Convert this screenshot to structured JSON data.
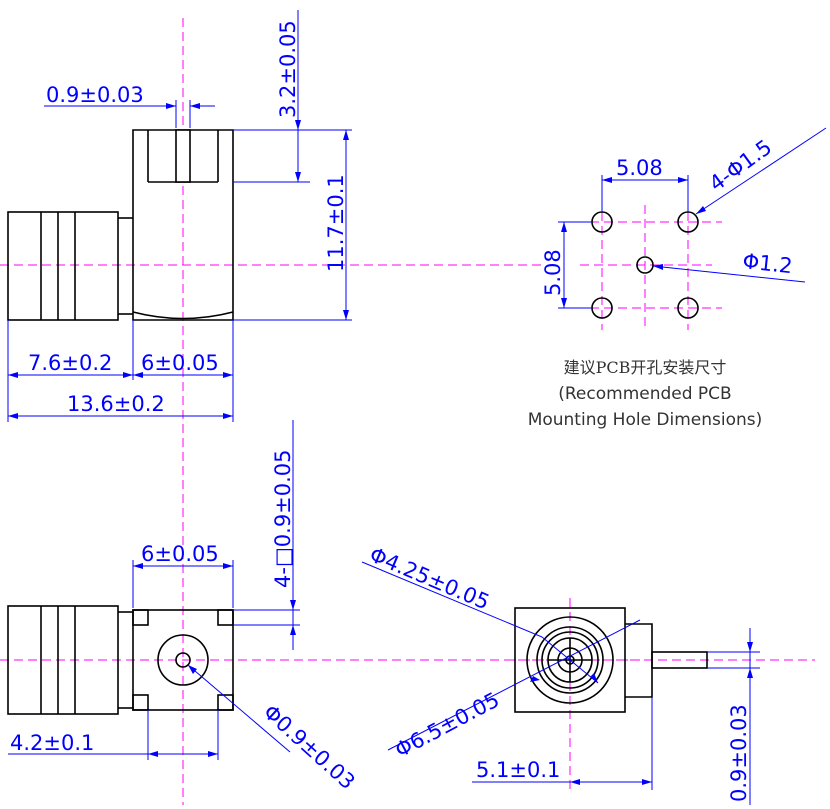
{
  "dimensions": {
    "pin_width": "0.9±0.03",
    "pin_length": "3.2±0.05",
    "body_height": "11.7±0.1",
    "plug_length": "7.6±0.2",
    "body_width": "6±0.05",
    "total_length": "13.6±0.2",
    "pin_square": "4-□0.9±0.05",
    "bottom_body_width": "6±0.05",
    "bottom_offset": "4.2±0.1",
    "center_pin_dia": "Φ0.9±0.03",
    "inner_dia": "Φ4.25±0.05",
    "outer_dia": "Φ6.5±0.05",
    "pin_offset": "5.1±0.1",
    "pin_thickness": "0.9±0.03"
  },
  "pcb_layout": {
    "pitch_x": "5.08",
    "pitch_y": "5.08",
    "corner_holes": "4-Φ1.5",
    "center_hole": "Φ1.2"
  },
  "caption": {
    "zh": "建议PCB开孔安装尺寸",
    "en_line1": "(Recommended PCB",
    "en_line2": "Mounting Hole Dimensions)"
  }
}
